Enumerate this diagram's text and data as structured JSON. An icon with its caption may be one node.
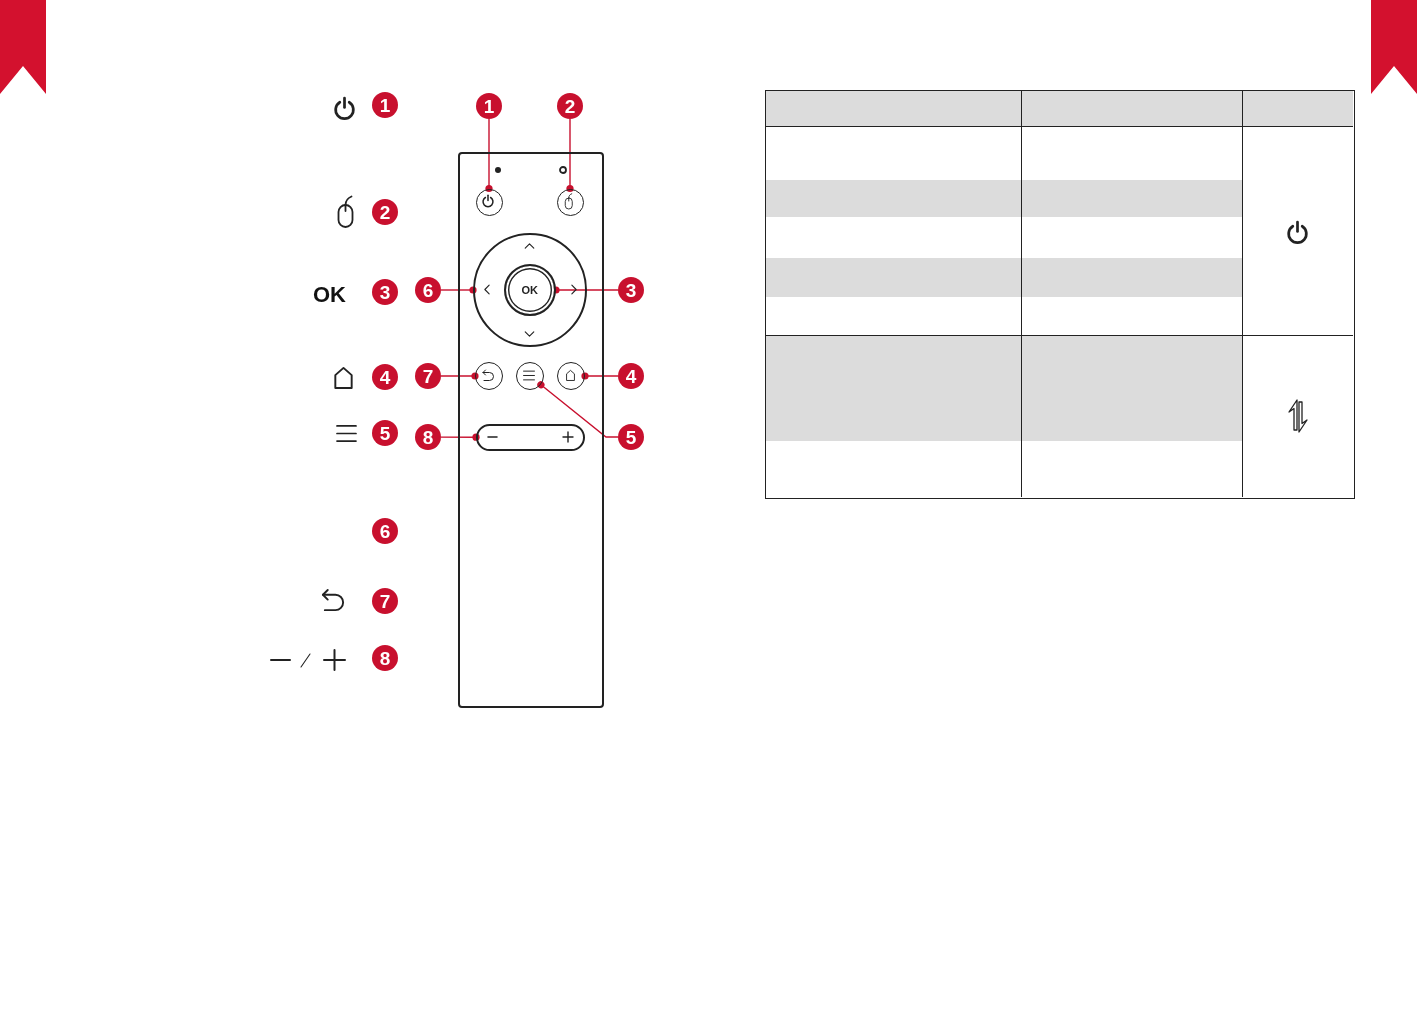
{
  "diagram": {
    "nodes": [
      {
        "text": [
          "1"
        ]
      },
      {
        "text": [
          "2"
        ]
      },
      {
        "text": [],
        "shape": "box"
      },
      {
        "text": [],
        "shape": "circle",
        "in": 2
      },
      {
        "text": [],
        "shape": "circle",
        "in": 2
      },
      {
        "text": [],
        "shape": "circle",
        "in": 2
      },
      {
        "text": [
          "OK"
        ],
        "in": 5
      },
      {
        "text": [],
        "shape": "circle",
        "in": 2
      },
      {
        "text": [],
        "shape": "circle",
        "in": 2
      },
      {
        "text": [],
        "shape": "circle",
        "in": 2
      },
      {
        "text": [],
        "shape": "bar",
        "in": 2
      },
      {
        "text": [
          "6"
        ]
      },
      {
        "text": [
          "3"
        ]
      },
      {
        "text": [
          "7"
        ]
      },
      {
        "text": [
          "4"
        ]
      },
      {
        "text": [
          "8"
        ]
      },
      {
        "text": [
          "5"
        ]
      },
      {
        "text": [
          "1"
        ]
      },
      {
        "text": [
          "2"
        ]
      },
      {
        "text": [
          "3"
        ]
      },
      {
        "text": [
          "4"
        ]
      },
      {
        "text": [
          "5"
        ]
      },
      {
        "text": [
          "6"
        ]
      },
      {
        "text": [
          "7"
        ]
      },
      {
        "text": [
          "8"
        ]
      }
    ],
    "edges": [
      {
        "from": 0,
        "to": 3,
        "arrow": "other"
      },
      {
        "from": 1,
        "to": 4,
        "arrow": "other"
      },
      {
        "from": 11,
        "to": 5,
        "arrow": "other"
      },
      {
        "from": 12,
        "to": 6,
        "arrow": "other"
      },
      {
        "from": 13,
        "to": 7,
        "arrow": "other"
      },
      {
        "from": 14,
        "to": 9,
        "arrow": "other"
      },
      {
        "from": 15,
        "to": 10,
        "arrow": "other"
      },
      {
        "from": 16,
        "to": 8,
        "arrow": "other"
      }
    ],
    "labels": [
      "OK"
    ]
  }
}
